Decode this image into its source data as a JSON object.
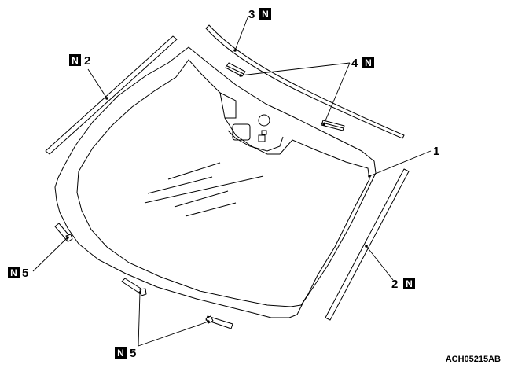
{
  "callouts": {
    "c1": {
      "number": "1"
    },
    "c2a": {
      "number": "2",
      "badge": "N"
    },
    "c2b": {
      "number": "2",
      "badge": "N"
    },
    "c3": {
      "number": "3",
      "badge": "N"
    },
    "c4": {
      "number": "4",
      "badge": "N"
    },
    "c5a": {
      "number": "5",
      "badge": "N"
    },
    "c5b": {
      "number": "5",
      "badge": "N"
    }
  },
  "figure_code": "ACH05215AB"
}
